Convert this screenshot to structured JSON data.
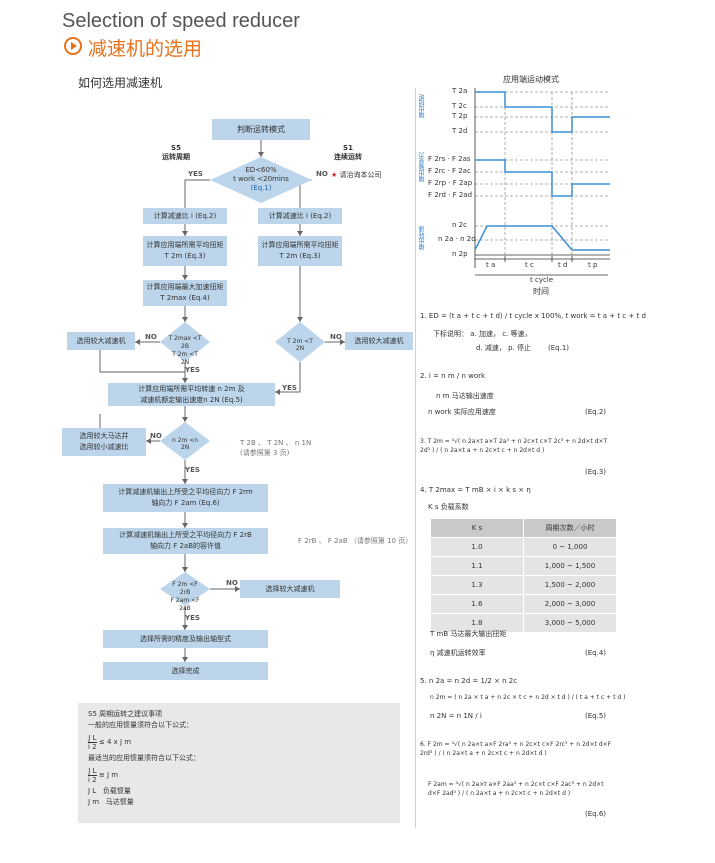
{
  "header": {
    "title_en": "Selection of speed reducer",
    "title_zh": "减速机的选用"
  },
  "flow": {
    "subtitle": "如何选用减速机",
    "start": "判断运转模式",
    "s5_code": "S5",
    "s5_label": "运转周期",
    "s1_code": "S1",
    "s1_label": "连续运转",
    "decision1_line1": "ED<60%",
    "decision1_line2": "t work <20mins",
    "decision1_eq": "(Eq.1)",
    "yes": "YES",
    "no": "NO",
    "consult": "请治询本公司",
    "ratio_left": "计算减速比 i (Eq.2)",
    "ratio_right": "计算减速比 i (Eq.2)",
    "torque_left_1": "计算应用端所需平均扭矩",
    "torque_left_2": "T 2m (Eq.3)",
    "torque_right_1": "计算应用端所需平均扭矩",
    "torque_right_2": "T 2m (Eq.3)",
    "accel_1": "计算应用端最大加速扭矩",
    "accel_2": "T 2max (Eq.4)",
    "decision2_1": "T 2max <T 2B",
    "decision2_2": "T 2m <T 2N",
    "decision3": "T 2m <T 2N",
    "bigger_left": "选用较大减速机",
    "bigger_right": "选用较大减速机",
    "speed_1": "计算应用端所需平均转速 n 2m 及",
    "speed_2": "减速机额定输出速度n 2N (Eq.5)",
    "decision4": "n 2m <n 2N",
    "motor_1": "选用较大马达并",
    "motor_2": "选用较小减速比",
    "note_speed_1": "T 2B 、 T 2N 、 n 1N",
    "note_speed_2": "(请参照第 3 页)",
    "radial_1": "计算减速机输出上所受之平均径向力 F 2rm",
    "radial_2": "轴向力 F 2am (Eq.6)",
    "allow_1": "计算减速机输出上所受之平均径向力 F 2rB",
    "allow_2": "轴向力 F 2aB的容许值",
    "note_force": "F 2rB 、 F 2aB （请参照第 10 页）",
    "decision5_1": "F 2m <F 2rB",
    "decision5_2": "F 2am <F 2aB",
    "bigger_bottom": "选择较大减速机",
    "precision": "选择所需的精度及输出轴型式",
    "done": "选择完成"
  },
  "note": {
    "title": "S5 周期运转之建议事项",
    "line1": "一般的应用惯量须符合以下公式：",
    "formula1": "≤ 4 x J m",
    "line2": "最适当的应用惯量须符合以下公式：",
    "formula2": "≡ J m",
    "jl": "J L",
    "jl_desc": "负载惯量",
    "jm": "J m",
    "jm_desc": "马达惯量",
    "frac_num": "J L",
    "frac_den": "i 2"
  },
  "chart": {
    "title": "应用端运动模式",
    "side_torque": "输出扭矩",
    "side_force": "输出轴受力",
    "side_speed": "输出转速",
    "t_labels": [
      "T 2a",
      "T 2c",
      "T 2p",
      "T 2d"
    ],
    "f_labels": [
      "F 2rs · F 2as",
      "F 2rc · F 2ac",
      "F 2rp · F 2ap",
      "F 2rd · F 2ad"
    ],
    "n_labels": [
      "n 2c",
      "n 2a · n 2d",
      "n 2p"
    ],
    "time_labels": [
      "t a",
      "t c",
      "t d",
      "t p"
    ],
    "cycle": "t cycle",
    "time": "时间"
  },
  "formulas": {
    "eq1_main": "1. ED = (t a + t c + t d) / t cycle x 100%, t work = t a + t c + t d",
    "eq1_desc1": "下标说明： a. 加速， c. 等速，",
    "eq1_desc2": "d. 减速， p. 停止",
    "eq1_tag": "(Eq.1)",
    "eq2_main": "2. i = n m / n work",
    "eq2_d1": "n m  马达输出速度",
    "eq2_d2": "n work  实际应用速度",
    "eq2_tag": "(Eq.2)",
    "eq3_main": "3. T 2m = ³√( n 2a×t a×T 2a³ + n 2c×t c×T 2c³ + n 2d×t d×T 2d³ ) / ( n 2a×t a + n 2c×t c + n 2d×t d )",
    "eq3_tag": "(Eq.3)",
    "eq4_main": "4. T 2max = T mB × i × k s × η",
    "ks_title": "K s 负载系数",
    "ks_head": [
      "K s",
      "周期次数／小时"
    ],
    "ks_rows": [
      [
        "1.0",
        "0 ~ 1,000"
      ],
      [
        "1.1",
        "1,000 ~ 1,500"
      ],
      [
        "1.3",
        "1,500 ~ 2,000"
      ],
      [
        "1.6",
        "2,000 ~ 3,000"
      ],
      [
        "1.8",
        "3,000 ~ 5,000"
      ]
    ],
    "eq4_d1": "T mB  马达最大输出扭矩",
    "eq4_d2": "η     减速机运转效率",
    "eq4_tag": "(Eq.4)",
    "eq5_a": "5. n 2a = n 2d = 1/2 × n 2c",
    "eq5_b": "n 2m = ( n 2a × t a + n 2c × t c + n 2d × t d ) / ( t a + t c + t d )",
    "eq5_c": "n 2N = n 1N / i",
    "eq5_tag": "(Eq.5)",
    "eq6_a": "6. F 2m = ³√( n 2a×t a×F 2ra³ + n 2c×t c×F 2rc³ + n 2d×t d×F 2rd³ ) / ( n 2a×t a + n 2c×t c + n 2d×t d )",
    "eq6_b": "F 2am = ³√( n 2a×t a×F 2aa³ + n 2c×t c×F 2ac³ + n 2d×t d×F 2ad³ ) / ( n 2a×t a + n 2c×t c + n 2d×t d )",
    "eq6_tag": "(Eq.6)"
  },
  "colors": {
    "accent": "#e8711c",
    "box": "#bcd5ea",
    "line": "#3a8fd6",
    "eq": "#1d64a8"
  }
}
